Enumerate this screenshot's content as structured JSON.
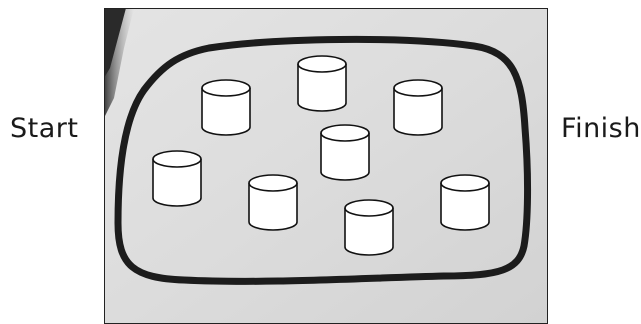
{
  "labels": {
    "start": "Start",
    "finish": "Finish"
  },
  "scene": {
    "description_icon": "track-with-cylinders",
    "cylinder_count": 8,
    "colors": {
      "board": "#dedede",
      "track": "#1c1c1c",
      "cylinder_fill": "#ffffff",
      "cylinder_stroke": "#111111",
      "frame": "#222222"
    }
  }
}
